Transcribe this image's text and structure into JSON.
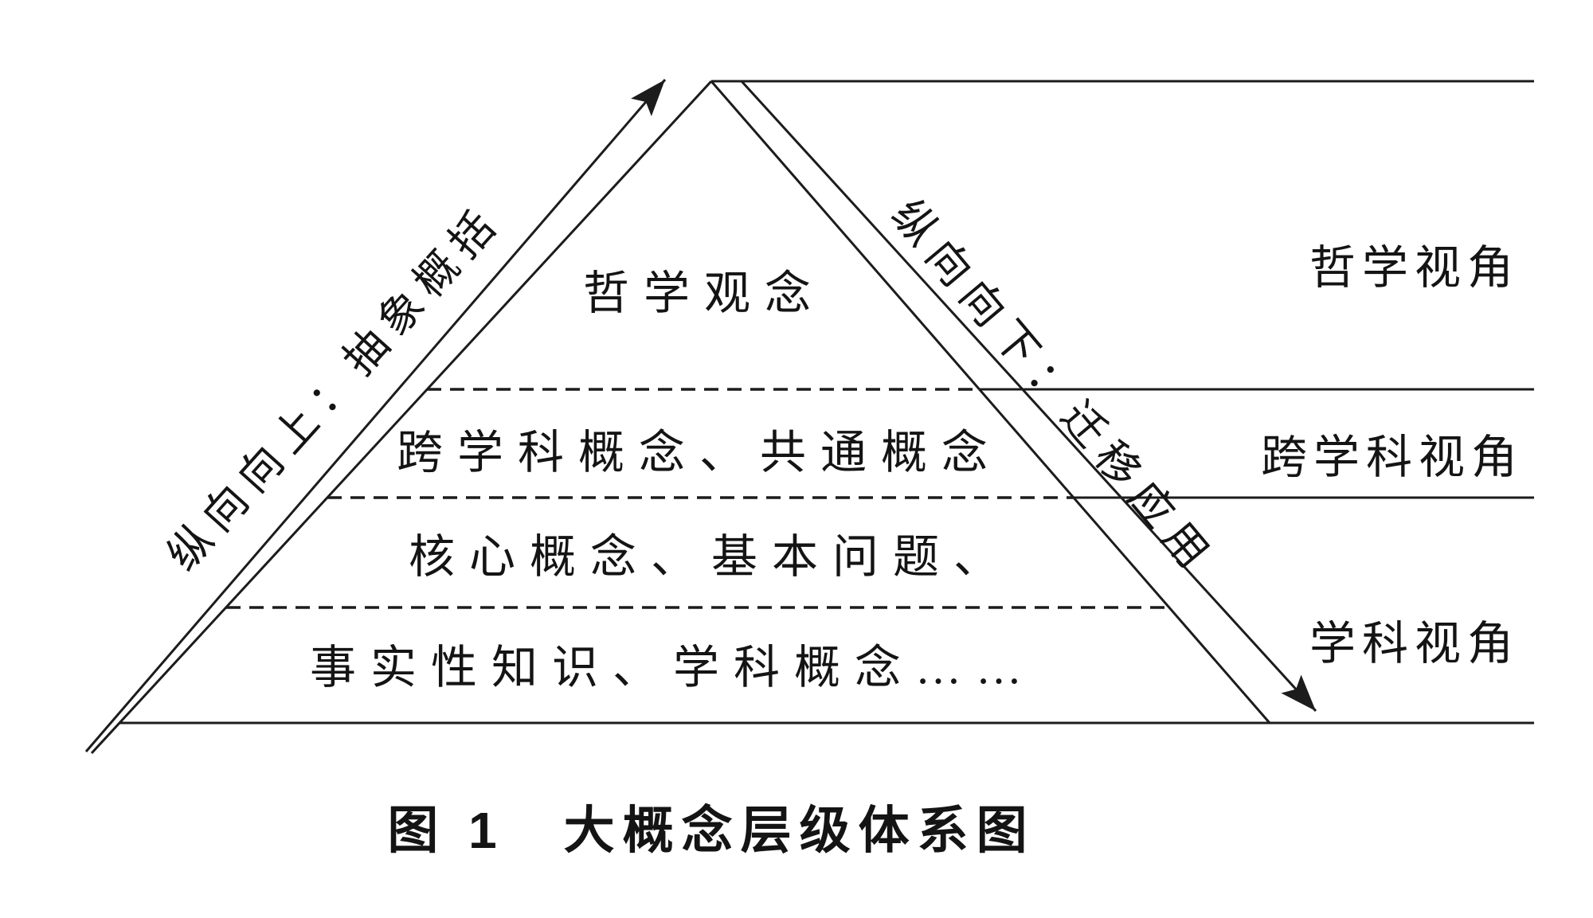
{
  "figure": {
    "caption": "图 1　大概念层级体系图"
  },
  "pyramid": {
    "levels": [
      {
        "label": "哲学观念"
      },
      {
        "label": "跨学科概念、共通概念"
      },
      {
        "label": "核心概念、基本问题、"
      },
      {
        "label": "事实性知识、学科概念……"
      }
    ]
  },
  "axes": {
    "up_arrow_label": "纵向向上：抽象概括",
    "down_arrow_label": "纵向向下：迁移应用"
  },
  "perspectives": [
    {
      "label": "哲学视角"
    },
    {
      "label": "跨学科视角"
    },
    {
      "label": "学科视角"
    }
  ],
  "colors": {
    "line": "#1c1c1c",
    "text": "#141414",
    "background": "#ffffff"
  }
}
